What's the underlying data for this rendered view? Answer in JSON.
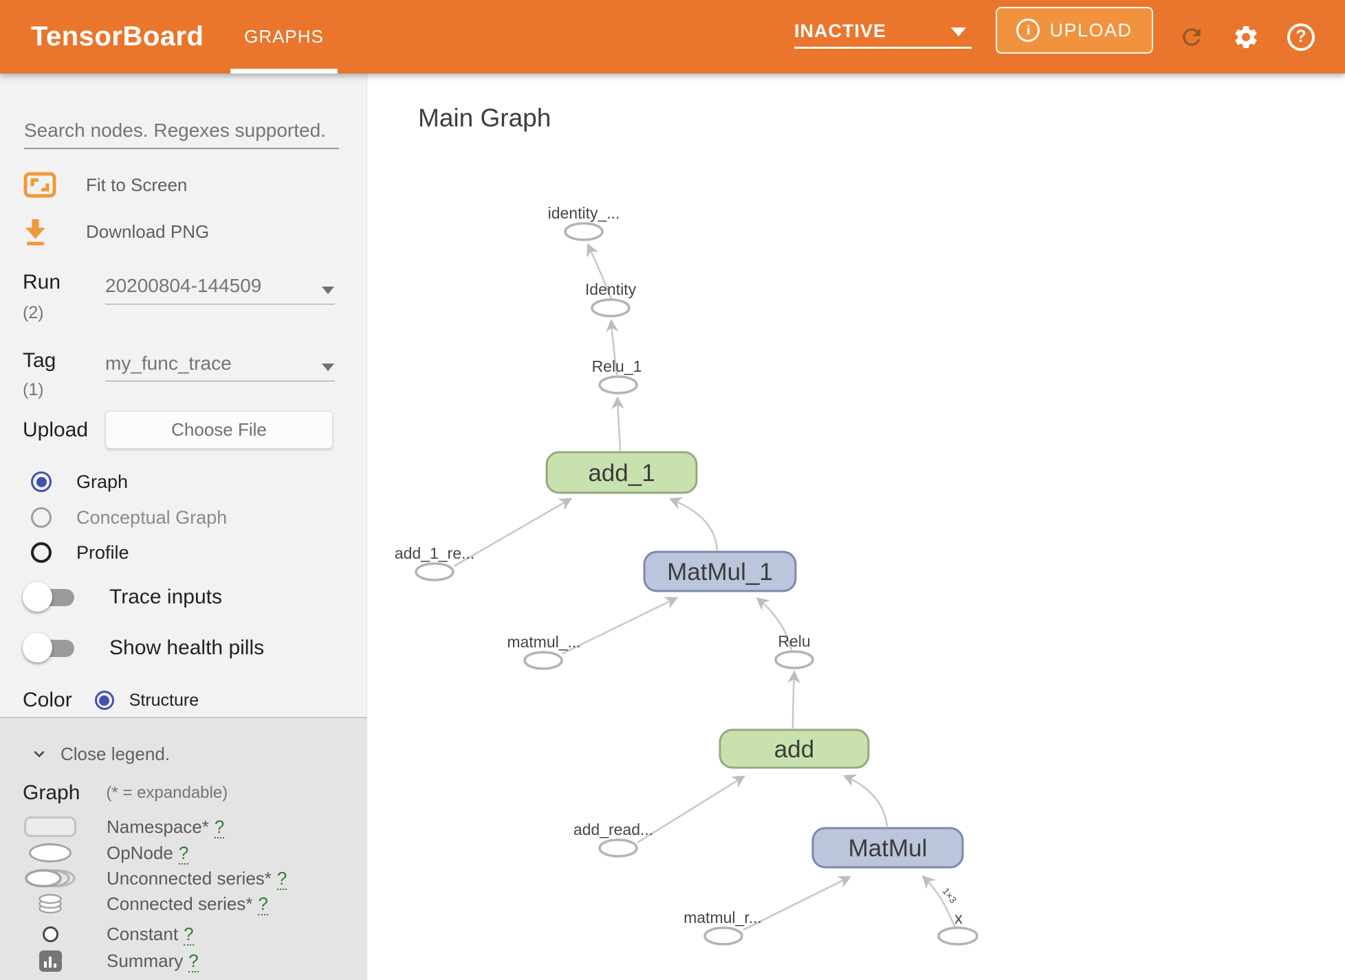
{
  "header": {
    "logo": "TensorBoard",
    "tab": "GRAPHS",
    "run_selector_value": "INACTIVE",
    "upload_label": "UPLOAD",
    "icons": {
      "info": "info-circle-i",
      "refresh": "circular-arrow",
      "settings": "gear",
      "help": "question-mark-circle",
      "dropdown_caret": "triangle-down"
    }
  },
  "sidebar": {
    "search_placeholder": "Search nodes. Regexes supported.",
    "fit_to_screen": "Fit to Screen",
    "download_png": "Download PNG",
    "run": {
      "label": "Run",
      "count": "(2)",
      "value": "20200804-144509"
    },
    "tag": {
      "label": "Tag",
      "count": "(1)",
      "value": "my_func_trace"
    },
    "upload": {
      "label": "Upload",
      "button": "Choose File"
    },
    "views": [
      {
        "label": "Graph",
        "selected": true
      },
      {
        "label": "Conceptual Graph",
        "selected": false
      },
      {
        "label": "Profile",
        "selected": false
      }
    ],
    "toggles": [
      {
        "label": "Trace inputs",
        "on": false
      },
      {
        "label": "Show health pills",
        "on": false
      }
    ],
    "color_by": {
      "label": "Color",
      "option": "Structure",
      "selected": true
    },
    "legend": {
      "close_label": "Close legend.",
      "heading": "Graph",
      "heading_note": "(* = expandable)",
      "items": [
        {
          "label": "Namespace*",
          "help": "?",
          "icon": "namespace-swatch"
        },
        {
          "label": "OpNode",
          "help": "?",
          "icon": "opnode-ellipse"
        },
        {
          "label": "Unconnected series*",
          "help": "?",
          "icon": "unconnected-series-swatch"
        },
        {
          "label": "Connected series*",
          "help": "?",
          "icon": "connected-series-swatch"
        },
        {
          "label": "Constant",
          "help": "?",
          "icon": "constant-circle"
        },
        {
          "label": "Summary",
          "help": "?",
          "icon": "summary-bar-chart"
        }
      ]
    }
  },
  "main": {
    "title": "Main Graph",
    "graph": {
      "nodes": {
        "identity_out": "identity_...",
        "identity": "Identity",
        "relu_1": "Relu_1",
        "add_1": "add_1",
        "add_1_read": "add_1_re...",
        "matmul_1": "MatMul_1",
        "matmul_1_read": "matmul_...",
        "relu": "Relu",
        "add": "add",
        "add_read": "add_read...",
        "matmul": "MatMul",
        "matmul_read": "matmul_r...",
        "x": "x"
      },
      "edge_shape_label": "1×3",
      "edges": [
        {
          "from": "Identity",
          "to": "identity_..."
        },
        {
          "from": "Relu_1",
          "to": "Identity"
        },
        {
          "from": "add_1",
          "to": "Relu_1"
        },
        {
          "from": "add_1_re...",
          "to": "add_1"
        },
        {
          "from": "MatMul_1",
          "to": "add_1"
        },
        {
          "from": "matmul_...",
          "to": "MatMul_1"
        },
        {
          "from": "Relu",
          "to": "MatMul_1"
        },
        {
          "from": "add",
          "to": "Relu"
        },
        {
          "from": "add_read...",
          "to": "add"
        },
        {
          "from": "MatMul",
          "to": "add"
        },
        {
          "from": "matmul_r...",
          "to": "MatMul"
        },
        {
          "from": "x",
          "to": "MatMul",
          "shape": "1×3"
        }
      ]
    }
  },
  "colors": {
    "header_orange": "#e9762c",
    "upload_button_orange": "#f0923e",
    "sidebar_bg": "#f2f2f2",
    "legend_bg": "#e4e4e4",
    "radio_selected_blue": "#3f51b5",
    "help_link_green": "#2e7d32",
    "icon_orange": "#f0993c",
    "node_green_fill": "#c9e1af",
    "node_green_stroke": "#95a97d",
    "node_blue_fill": "#bbc5db",
    "node_blue_stroke": "#7c89ab",
    "edge_gray": "#c7c7c7"
  }
}
